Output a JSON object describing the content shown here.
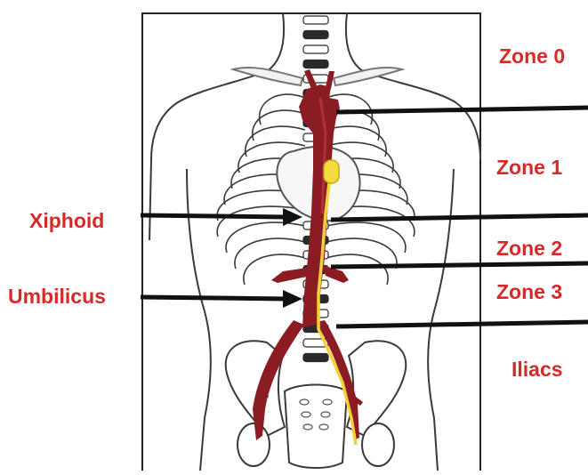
{
  "colors": {
    "label": "#d42a2a",
    "aorta": "#8c1c24",
    "aorta_highlight": "#b03038",
    "catheter": "#f2d23a",
    "balloon": "#f5dc3c",
    "outline": "#3a3a3a",
    "arrow": "#111111",
    "bone_fill": "#ffffff"
  },
  "zone_labels": [
    "Zone 0",
    "Zone 1",
    "Zone 2",
    "Zone 3",
    "Iliacs"
  ],
  "landmark_labels": [
    "Xiphoid",
    "Umbilicus"
  ],
  "icons": [
    "skeleton-torso",
    "aorta",
    "catheter",
    "balloon",
    "heart"
  ]
}
